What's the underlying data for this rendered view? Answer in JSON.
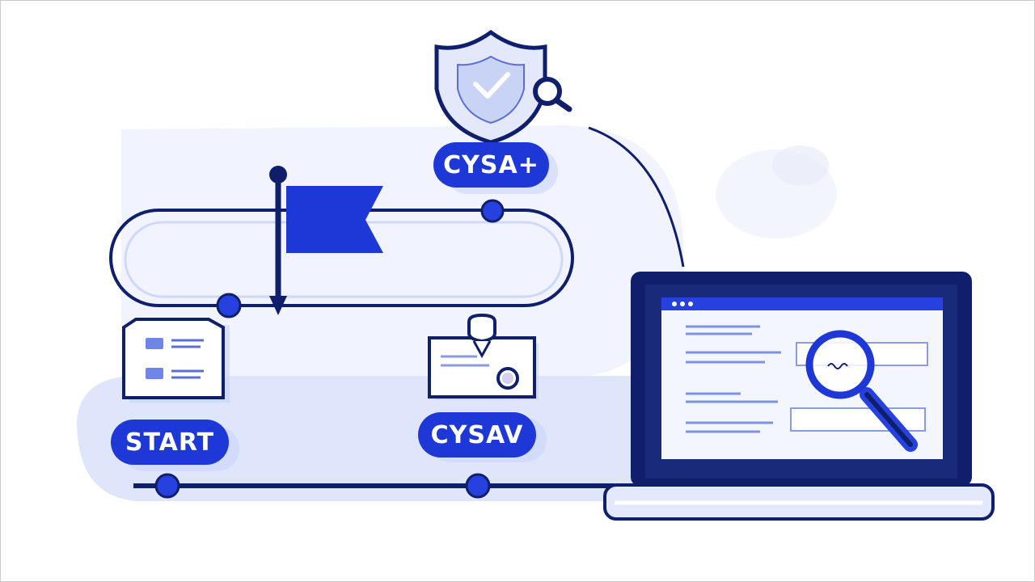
{
  "milestones": [
    {
      "label": "START"
    },
    {
      "label": "CYSAV"
    },
    {
      "label": "CYSA+"
    }
  ],
  "icons": {
    "shield": "shield-check-icon",
    "magnifier": "magnifier-icon",
    "flag": "flag-icon",
    "form": "form-document-icon",
    "certificate": "certificate-icon",
    "laptop": "laptop-icon"
  },
  "colors": {
    "navy": "#0f1f6b",
    "royal": "#2741e0",
    "cobalt": "#1d38d6",
    "light": "#dde4fb",
    "pale": "#eef2fd"
  }
}
